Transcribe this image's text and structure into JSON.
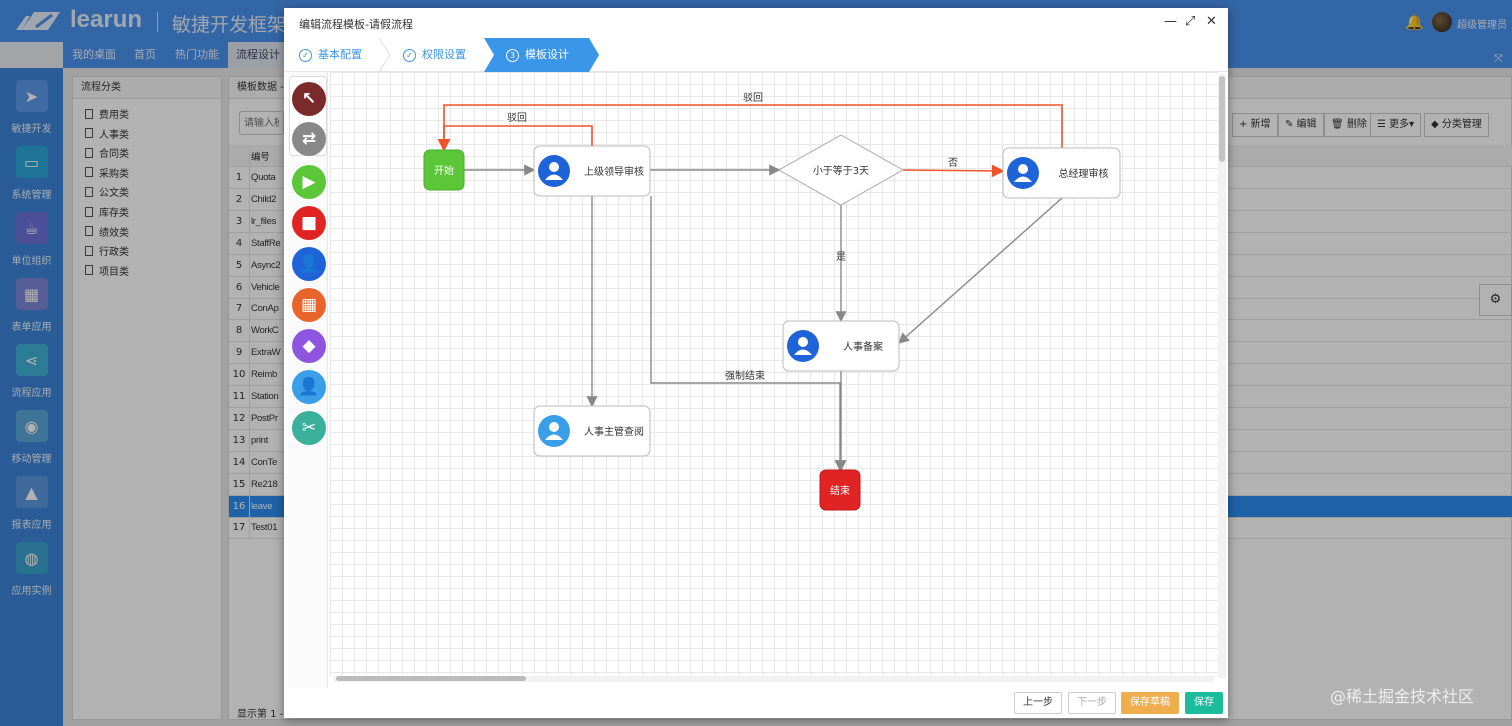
{
  "app": {
    "brand": "learun",
    "subtitle": "敏捷开发框架",
    "user": "超级管理员"
  },
  "tabs": [
    {
      "label": "我的桌面"
    },
    {
      "label": "首页"
    },
    {
      "label": "热门功能"
    },
    {
      "label": "流程设计",
      "active": true
    }
  ],
  "sidebar": {
    "items": [
      {
        "label": "敏捷开发",
        "icon": "paper-plane-icon",
        "color": "#5b9ae8"
      },
      {
        "label": "系统管理",
        "icon": "monitor-icon",
        "color": "#2aa6d8"
      },
      {
        "label": "单位组织",
        "icon": "coffee-icon",
        "color": "#6b72d8"
      },
      {
        "label": "表单应用",
        "icon": "table-icon",
        "color": "#7b86d8"
      },
      {
        "label": "流程应用",
        "icon": "share-icon",
        "color": "#3fb0d8"
      },
      {
        "label": "移动管理",
        "icon": "android-icon",
        "color": "#5aa6d8"
      },
      {
        "label": "报表应用",
        "icon": "area-chart-icon",
        "color": "#5d98e0"
      },
      {
        "label": "应用实例",
        "icon": "globe-icon",
        "color": "#3aa2d0"
      }
    ]
  },
  "category": {
    "title": "流程分类",
    "items": [
      "费用类",
      "人事类",
      "合同类",
      "采购类",
      "公文类",
      "库存类",
      "绩效类",
      "行政类",
      "项目类"
    ]
  },
  "table": {
    "title": "模板数据 - ",
    "search_placeholder": "请输入模",
    "column": "编号",
    "rows": [
      [
        "1",
        "Quota"
      ],
      [
        "2",
        "Child2"
      ],
      [
        "3",
        "lr_files"
      ],
      [
        "4",
        "StaffRe"
      ],
      [
        "5",
        "Async2"
      ],
      [
        "6",
        "Vehicle"
      ],
      [
        "7",
        "ConAp"
      ],
      [
        "8",
        "WorkC"
      ],
      [
        "9",
        "ExtraW"
      ],
      [
        "10",
        "Reimb"
      ],
      [
        "11",
        "Station"
      ],
      [
        "12",
        "PostPr"
      ],
      [
        "13",
        "print"
      ],
      [
        "14",
        "ConTe"
      ],
      [
        "15",
        "Re218"
      ],
      [
        "16",
        "leave"
      ],
      [
        "17",
        "Test01"
      ]
    ],
    "selected_row": 16,
    "footer": "显示第 1 - "
  },
  "toolbar": {
    "add": "+ 新增",
    "edit": "✎ 编辑",
    "delete": "🗑 删除",
    "more": "☰ 更多▾",
    "category": "◆ 分类管理"
  },
  "modal": {
    "title": "编辑流程模板-请假流程",
    "steps": [
      {
        "label": "基本配置",
        "mark": "✓",
        "done": true
      },
      {
        "label": "权限设置",
        "mark": "✓",
        "done": true
      },
      {
        "label": "模板设计",
        "mark": "3",
        "active": true
      }
    ],
    "palette": [
      {
        "icon": "pointer-arrow-icon",
        "glyph": "↖",
        "color": "#7a2a2a"
      },
      {
        "icon": "connector-icon",
        "glyph": "⇄",
        "color": "#888888"
      },
      {
        "icon": "start-node-icon",
        "glyph": "▶",
        "color": "#5cc639"
      },
      {
        "icon": "end-node-icon",
        "glyph": "■",
        "color": "#e02424"
      },
      {
        "icon": "user-task-icon",
        "glyph": "👤",
        "color": "#1f63d8"
      },
      {
        "icon": "subprocess-icon",
        "glyph": "▦",
        "color": "#e8642a"
      },
      {
        "icon": "condition-icon",
        "glyph": "◆",
        "color": "#8e55e0"
      },
      {
        "icon": "reader-task-icon",
        "glyph": "👤",
        "color": "#3a9ee8"
      },
      {
        "icon": "parallel-gateway-icon",
        "glyph": "✂",
        "color": "#3ab09a"
      }
    ],
    "buttons": {
      "prev": "上一步",
      "next": "下一步",
      "draft": "保存草稿",
      "save": "保存"
    },
    "colors": {
      "accent": "#3a96e8",
      "draft": "#f0ad4e",
      "save": "#1abc9c",
      "reject": "#f0522a"
    }
  },
  "flow": {
    "nodes": {
      "start": "开始",
      "leader": "上级领导审核",
      "cond": "小于等于3天",
      "gm": "总经理审核",
      "hr": "人事备案",
      "hrview": "人事主管查阅",
      "end": "结束"
    },
    "edges": {
      "reject1": "驳回",
      "reject2": "驳回",
      "no": "否",
      "yes": "是",
      "force_end": "强制结束"
    }
  },
  "watermark": "@稀土掘金技术社区"
}
